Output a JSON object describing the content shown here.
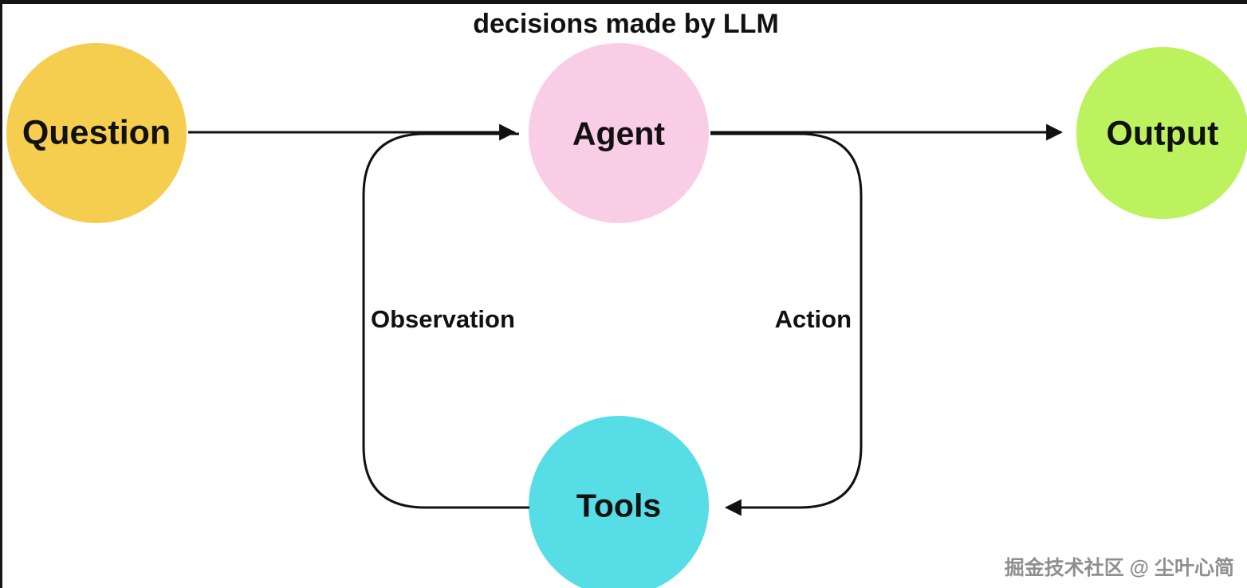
{
  "diagram": {
    "title": "decisions made by LLM",
    "nodes": [
      {
        "id": "question",
        "label": "Question",
        "color": "#F6CE4F"
      },
      {
        "id": "agent",
        "label": "Agent",
        "color": "#FACDE6"
      },
      {
        "id": "output",
        "label": "Output",
        "color": "#BDF25F"
      },
      {
        "id": "tools",
        "label": "Tools",
        "color": "#56DDE6"
      }
    ],
    "edge_labels": {
      "observation": "Observation",
      "action": "Action"
    },
    "line_color": "#111111",
    "watermark": "掘金技术社区 @ 尘叶心简"
  }
}
